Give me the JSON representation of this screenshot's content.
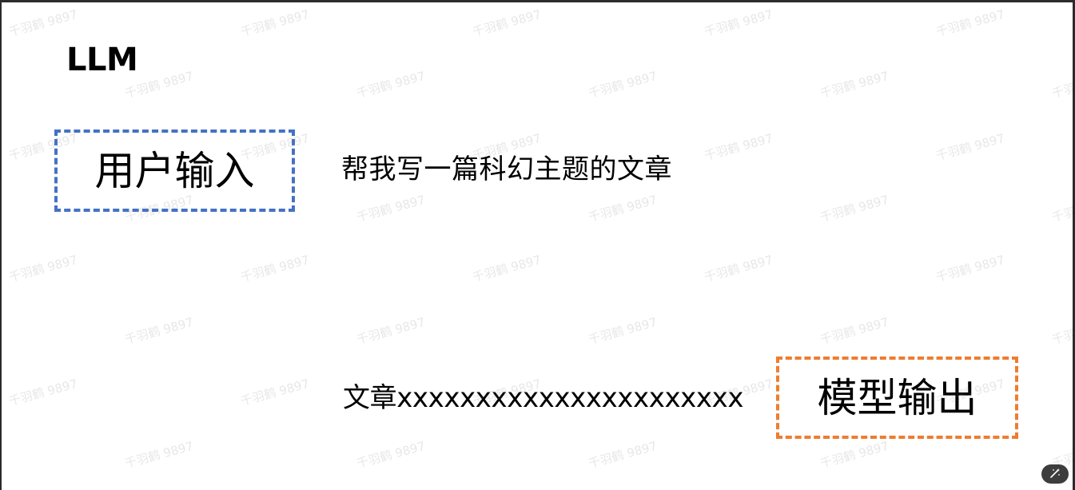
{
  "slide": {
    "title": "LLM",
    "input_box_label": "用户输入",
    "prompt_text": "帮我写一篇科幻主题的文章",
    "answer_text": "文章xxxxxxxxxxxxxxxxxxxxxx",
    "output_box_label": "模型输出"
  },
  "watermark": {
    "text": "千羽鹤 9897"
  },
  "colors": {
    "input_border": "#4472c4",
    "output_border": "#ed7d31",
    "frame": "#2b2b2b"
  },
  "icons": {
    "corner_button": "magic-wand-icon"
  }
}
